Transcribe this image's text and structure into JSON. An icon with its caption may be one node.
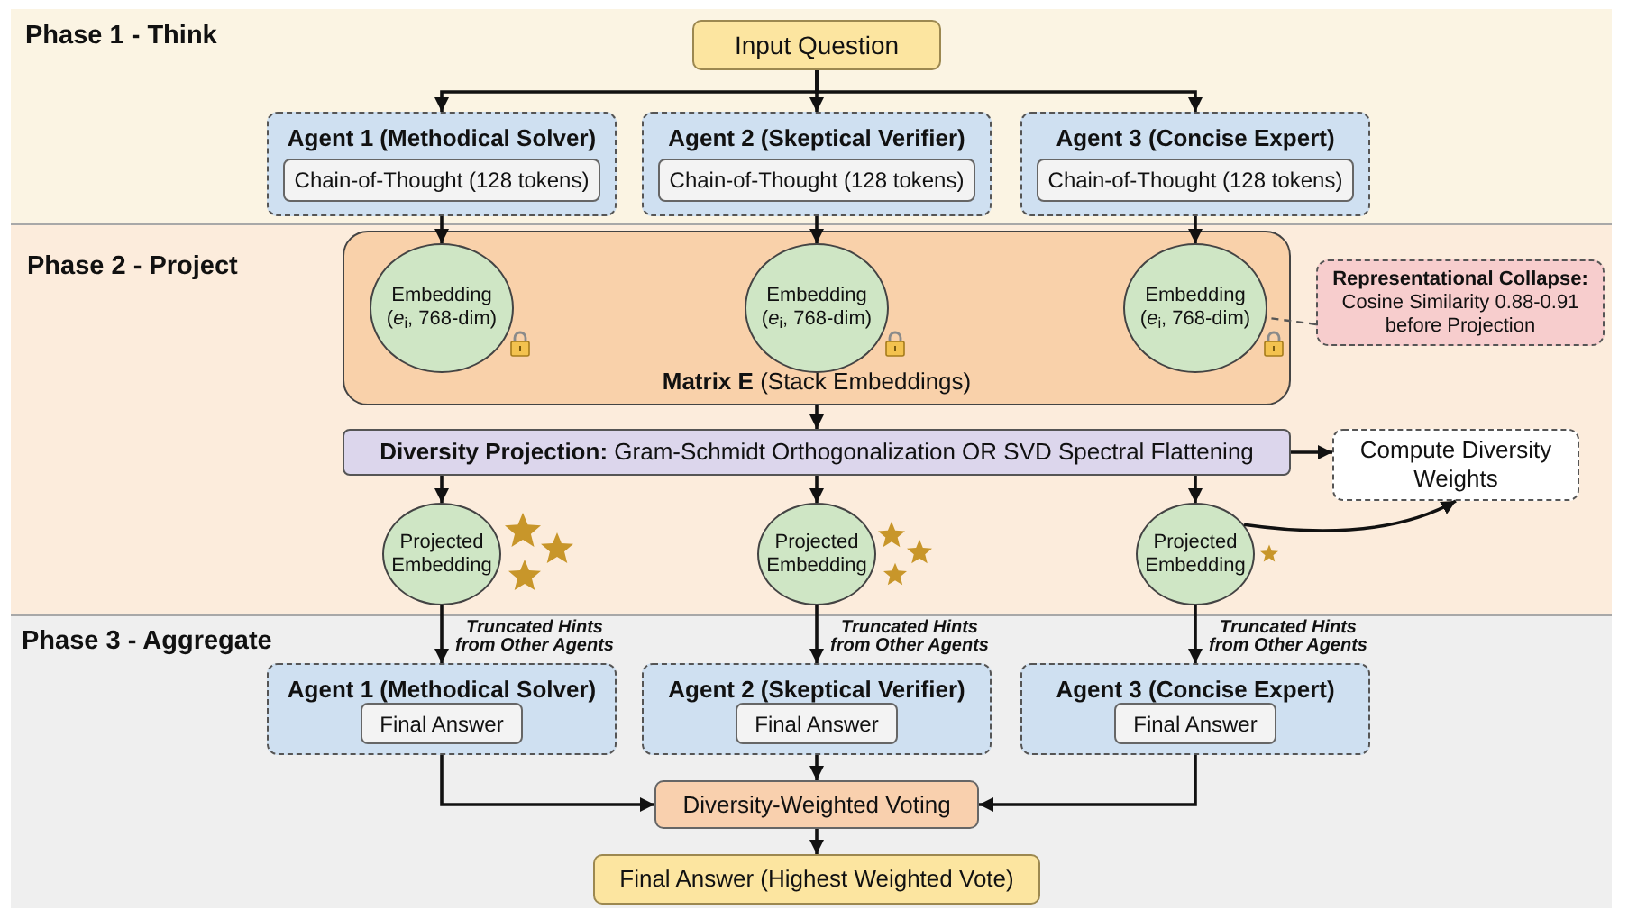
{
  "diagram": {
    "nodes": [
      {
        "text": [
          "Phase 1 - Think"
        ]
      },
      {
        "text": [
          "Input Question"
        ],
        "in": 0
      },
      {
        "text": [
          "Agent 1 (Methodical Solver)"
        ],
        "in": 0
      },
      {
        "text": [
          "Chain-of-Thought (128 tokens)"
        ],
        "in": 2
      },
      {
        "text": [
          "Agent 2 (Skeptical Verifier)"
        ],
        "in": 0
      },
      {
        "text": [
          "Chain-of-Thought (128 tokens)"
        ],
        "in": 4
      },
      {
        "text": [
          "Agent 3 (Concise Expert)"
        ],
        "in": 0
      },
      {
        "text": [
          "Chain-of-Thought (128 tokens)"
        ],
        "in": 6
      },
      {
        "text": [
          "Phase 2 - Project"
        ]
      },
      {
        "text": [
          "**Matrix E** (Stack Embeddings)"
        ],
        "in": 8
      },
      {
        "text": [
          "Embedding (*e*$_{i}$, 768-dim)"
        ],
        "in": 9
      },
      {
        "text": [
          "Embedding (*e*$_{i}$, 768-dim)"
        ],
        "in": 9
      },
      {
        "text": [
          "Embedding (*e*$_{i}$, 768-dim)"
        ],
        "in": 9
      },
      {
        "text": [
          "**Representational Collapse:** Cosine Similarity 0.88-0.91 before Projection"
        ],
        "in": 8
      },
      {
        "text": [
          "**Diversity Projection:** Gram-Schmidt Orthogonalization OR SVD Spectral Flattening"
        ],
        "in": 8
      },
      {
        "text": [
          "Compute Diversity Weights"
        ],
        "in": 8
      },
      {
        "text": [
          "Projected Embedding"
        ],
        "in": 8
      },
      {
        "text": [
          "Projected Embedding"
        ],
        "in": 8
      },
      {
        "text": [
          "Projected Embedding"
        ],
        "in": 8
      },
      {
        "text": [
          "Phase 3 - Aggregate"
        ]
      },
      {
        "text": [
          "Agent 1 (Methodical Solver)"
        ],
        "in": 19
      },
      {
        "text": [
          "Final Answer"
        ],
        "in": 20
      },
      {
        "text": [
          "Agent 2 (Skeptical Verifier)"
        ],
        "in": 19
      },
      {
        "text": [
          "Final Answer"
        ],
        "in": 22
      },
      {
        "text": [
          "Agent 3 (Concise Expert)"
        ],
        "in": 19
      },
      {
        "text": [
          "Final Answer"
        ],
        "in": 24
      },
      {
        "text": [
          "Diversity-Weighted Voting"
        ],
        "in": 19
      },
      {
        "text": [
          "Final Answer (Highest Weighted Vote)"
        ],
        "in": 19
      }
    ],
    "edges": [
      {
        "from": 1,
        "to": 2,
        "arrow": "to"
      },
      {
        "from": 1,
        "to": 4,
        "arrow": "to"
      },
      {
        "from": 1,
        "to": 6,
        "arrow": "to"
      },
      {
        "from": 2,
        "to": 10,
        "arrow": "to"
      },
      {
        "from": 4,
        "to": 11,
        "arrow": "to"
      },
      {
        "from": 6,
        "to": 12,
        "arrow": "to"
      },
      {
        "from": 9,
        "to": 14,
        "arrow": "to"
      },
      {
        "from": 14,
        "to": 15,
        "arrow": "to"
      },
      {
        "from": 14,
        "to": 16,
        "arrow": "to"
      },
      {
        "from": 14,
        "to": 17,
        "arrow": "to"
      },
      {
        "from": 14,
        "to": 18,
        "arrow": "to"
      },
      {
        "from": 18,
        "to": 15,
        "arrow": "to"
      },
      {
        "from": 16,
        "to": 20,
        "arrow": "to",
        "label": "Truncated Hints from Other Agents"
      },
      {
        "from": 17,
        "to": 22,
        "arrow": "to",
        "label": "Truncated Hints from Other Agents"
      },
      {
        "from": 18,
        "to": 24,
        "arrow": "to",
        "label": "Truncated Hints from Other Agents"
      },
      {
        "from": 20,
        "to": 26,
        "arrow": "to"
      },
      {
        "from": 22,
        "to": 26,
        "arrow": "to"
      },
      {
        "from": 24,
        "to": 26,
        "arrow": "to"
      },
      {
        "from": 26,
        "to": 27,
        "arrow": "to"
      },
      {
        "from": 13,
        "to": 12,
        "arrow": "none",
        "style": "dashed",
        "color": "#555555"
      }
    ]
  }
}
